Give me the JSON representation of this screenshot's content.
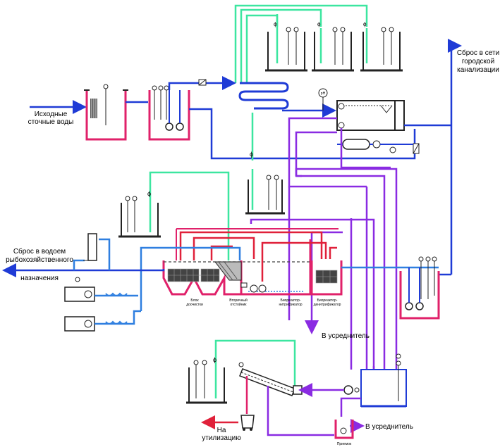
{
  "labels": {
    "inflow_1": "Исходные",
    "inflow_2": "сточные воды",
    "discharge_city_1": "Сброс в сети",
    "discharge_city_2": "городской",
    "discharge_city_3": "канализации",
    "discharge_reservoir_1": "Сброс в водоем",
    "discharge_reservoir_2": "рыбохозяйственного",
    "discharge_reservoir_3": "назначения",
    "block_1": "Блок",
    "block_2": "доочистки",
    "secondary_1": "Вторичный",
    "secondary_2": "отстойник",
    "nitrifier_1": "Биореактор-",
    "nitrifier_2": "нитрификатор",
    "denitrifier_1": "Биореактор-",
    "denitrifier_2": "денитрификатор",
    "to_equalizer_1": "В усреднитель",
    "to_equalizer_2": "В усреднитель",
    "utilization_1": "На",
    "utilization_2": "утилизацию",
    "receiver": "Приемок",
    "ph_meter": "pH"
  },
  "colors": {
    "water": "#1f3bd6",
    "treated": "#2f7fe0",
    "reagent": "#3ce6a0",
    "sludge": "#8a2be2",
    "return": "#e0213a",
    "tank": "#e0216a",
    "equipment": "#222222"
  }
}
